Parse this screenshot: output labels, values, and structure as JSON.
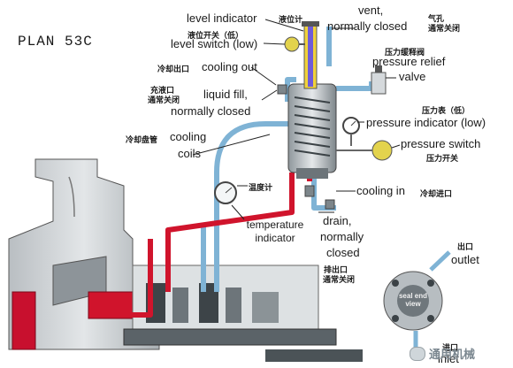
{
  "title": "PLAN 53C",
  "labels": {
    "level_indicator": "level indicator",
    "level_indicator_cn": "液位计",
    "vent": "vent,",
    "vent_closed": "normally closed",
    "vent_cn1": "气孔",
    "vent_cn2": "通常关闭",
    "level_switch_cn": "液位开关（低）",
    "level_switch": "level switch (low)",
    "cooling_out_cn": "冷却出口",
    "cooling_out": "cooling out",
    "pressure_relief_cn": "压力缓释阀",
    "pressure_relief": "pressure relief",
    "valve": "valve",
    "liquid_fill_cn1": "充液口",
    "liquid_fill_cn2": "通常关闭",
    "liquid_fill": "liquid fill,",
    "liquid_fill_closed": "normally closed",
    "pressure_indicator_cn": "压力表（低）",
    "pressure_indicator": "pressure indicator (low)",
    "cooling_coils_cn": "冷却盘管",
    "cooling": "cooling",
    "coils": "coils",
    "pressure_switch": "pressure switch",
    "pressure_switch_cn": "压力开关",
    "temp_cn": "温度计",
    "cooling_in": "cooling in",
    "cooling_in_cn": "冷却进口",
    "temperature": "temperature",
    "indicator": "indicator",
    "drain": "drain,",
    "drain_normally": "normally",
    "drain_closed": "closed",
    "drain_cn1": "排出口",
    "drain_cn2": "通常关闭",
    "outlet_cn": "出口",
    "outlet": "outlet",
    "inlet_cn": "进口",
    "inlet": "inlet",
    "seal_end_view": "seal end view",
    "watermark": "通用机械"
  },
  "colors": {
    "cooling_line": "#7fb3d5",
    "hot_line": "#d0142c",
    "casing": "#c9cdd0",
    "reservoir": "#a9b2b8"
  }
}
